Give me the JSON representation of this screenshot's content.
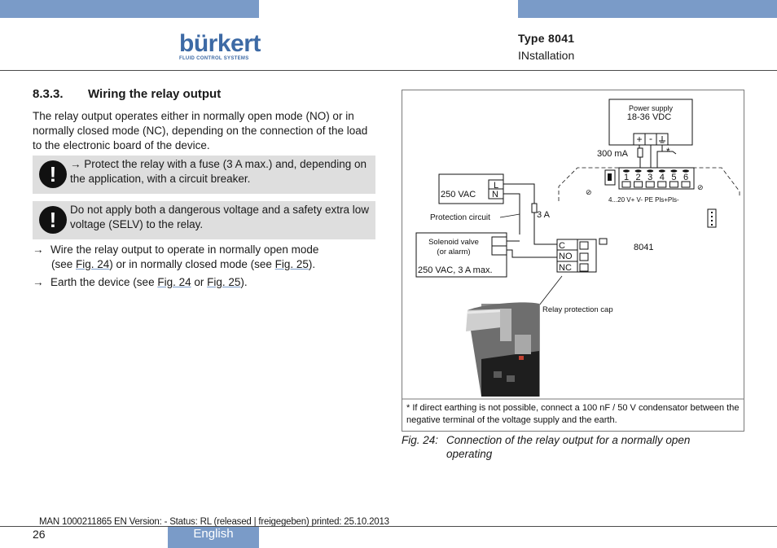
{
  "header": {
    "logo_text": "bürkert",
    "logo_subtitle": "FLUID CONTROL SYSTEMS",
    "doc_type": "Type 8041",
    "doc_section": "INstallation"
  },
  "section": {
    "number": "8.3.3.",
    "title": "Wiring the relay output",
    "intro": "The relay output operates either in normally open mode (NO) or in normally closed mode (NC), depending on the connection of the load to the electronic board of the device."
  },
  "alerts": [
    {
      "icon": "exclamation-icon",
      "arrow": "→",
      "text": "Protect the relay with a fuse (3 A max.) and, depending on the application, with a circuit breaker."
    },
    {
      "icon": "exclamation-icon",
      "text": "Do not apply both a dangerous voltage and a safety extra low voltage (SELV) to the relay."
    }
  ],
  "instructions": {
    "arrow": "→",
    "wire_1": "Wire the relay output to operate in normally open mode",
    "wire_2": "(see ",
    "wire_link1": "Fig. 24",
    "wire_3": ") or in normally closed mode (see ",
    "wire_link2": "Fig. 25",
    "wire_4": ").",
    "earth_1": "Earth the device (see ",
    "earth_link1": "Fig. 24",
    "earth_2": " or ",
    "earth_link2": "Fig. 25",
    "earth_3": ")."
  },
  "figure": {
    "power_supply": "Power supply",
    "power_voltage": "18-36 VDC",
    "plus": "+",
    "minus": "-",
    "current": "300 mA",
    "asterisk": "*",
    "terminals": [
      "1",
      "2",
      "3",
      "4",
      "5",
      "6"
    ],
    "terminal_labels": "4...20  V+ V- PE Pls+Pls-",
    "supply_vac": "250 VAC",
    "line": "L",
    "neutral": "N",
    "protection_circuit": "Protection circuit",
    "fuse": "3 A",
    "solenoid_1": "Solenoid valve",
    "solenoid_2": "(or alarm)",
    "solenoid_rating": "250 VAC, 3 A max.",
    "relay_c": "C",
    "relay_no": "NO",
    "relay_nc": "NC",
    "device": "8041",
    "relay_cap": "Relay protection cap",
    "footnote": "* If direct earthing is not possible, connect a 100 nF / 50 V condensator between the negative terminal of the voltage supply and the earth."
  },
  "caption": {
    "label": "Fig. 24:",
    "text": "Connection of the relay output for a normally open operating"
  },
  "footer": {
    "meta": "MAN  1000211865  EN  Version: - Status: RL (released | freigegeben)  printed: 25.10.2013",
    "page": "26",
    "language": "English"
  }
}
